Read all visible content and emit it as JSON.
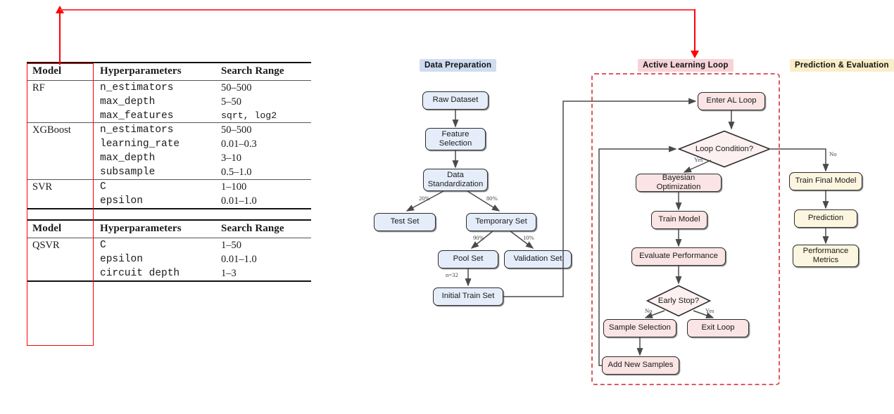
{
  "tables": {
    "table1": {
      "headers": [
        "Model",
        "Hyperparameters",
        "Search Range"
      ],
      "groups": [
        {
          "model": "RF",
          "rows": [
            {
              "param": "n_estimators",
              "range": "50–500"
            },
            {
              "param": "max_depth",
              "range": "5–50"
            },
            {
              "param": "max_features",
              "range": "sqrt, log2",
              "mono": true
            }
          ]
        },
        {
          "model": "XGBoost",
          "rows": [
            {
              "param": "n_estimators",
              "range": "50–500"
            },
            {
              "param": "learning_rate",
              "range": "0.01–0.3"
            },
            {
              "param": "max_depth",
              "range": "3–10"
            },
            {
              "param": "subsample",
              "range": "0.5–1.0"
            }
          ]
        },
        {
          "model": "SVR",
          "rows": [
            {
              "param": "C",
              "range": "1–100"
            },
            {
              "param": "epsilon",
              "range": "0.01–1.0"
            }
          ]
        }
      ]
    },
    "table2": {
      "headers": [
        "Model",
        "Hyperparameters",
        "Search Range"
      ],
      "groups": [
        {
          "model": "QSVR",
          "rows": [
            {
              "param": "C",
              "range": "1–50"
            },
            {
              "param": "epsilon",
              "range": "0.01–1.0"
            },
            {
              "param": "circuit depth",
              "range": "1–3"
            }
          ]
        }
      ]
    }
  },
  "annotation": {
    "color": "#ff0000",
    "shape": "rectangle-with-arrow"
  },
  "flow": {
    "sections": [
      {
        "id": "data-preparation",
        "label": "Data Preparation",
        "color": "#cfdcf0"
      },
      {
        "id": "active-learning",
        "label": "Active Learning Loop",
        "color": "#f6d3d8"
      },
      {
        "id": "prediction-eval",
        "label": "Prediction & Evaluation",
        "color": "#faeec8"
      }
    ],
    "nodes": {
      "raw_dataset": "Raw Dataset",
      "feature_selection": "Feature\nSelection",
      "feature_selection_l1": "Feature",
      "feature_selection_l2": "Selection",
      "data_standardization_l1": "Data",
      "data_standardization_l2": "Standardization",
      "test_set": "Test Set",
      "temporary_set": "Temporary Set",
      "pool_set": "Pool Set",
      "validation_set": "Validation Set",
      "initial_train_set": "Initial Train Set",
      "enter_al_loop": "Enter AL Loop",
      "loop_condition": "Loop Condition?",
      "bayesian_optimization": "Bayesian Optimization",
      "train_model": "Train Model",
      "evaluate_performance": "Evaluate Performance",
      "early_stop": "Early Stop?",
      "sample_selection": "Sample Selection",
      "exit_loop": "Exit Loop",
      "add_new_samples": "Add New Samples",
      "train_final_model": "Train Final Model",
      "prediction": "Prediction",
      "performance_metrics_l1": "Performance",
      "performance_metrics_l2": "Metrics"
    },
    "edge_labels": {
      "test_split": "20%",
      "temp_split": "80%",
      "pool_split": "90%",
      "val_split": "10%",
      "initial_n": "n=32",
      "loop_yes": "Yes",
      "loop_no": "No",
      "early_no": "No",
      "early_yes": "Yes"
    }
  }
}
